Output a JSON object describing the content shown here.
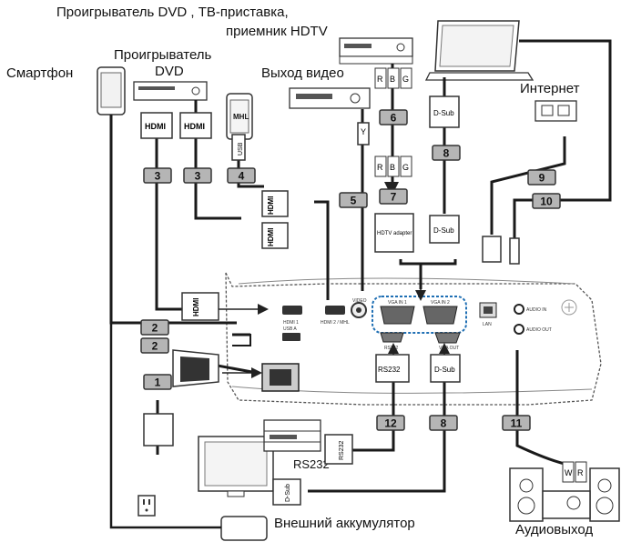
{
  "labels": {
    "smartphone": "Смартфон",
    "dvd_player_line1": "Проигрыватель",
    "dvd_player_line2": "DVD",
    "dvd_tv_hdtv_line1": "Проигрыватель DVD , ТВ-приставка,",
    "dvd_tv_hdtv_line2": "приемник HDTV",
    "video_out": "Выход видео",
    "internet": "Интернет",
    "external_battery": "Внешний аккумулятор",
    "audio_out": "Аудиовыход",
    "rs232_device": "RS232"
  },
  "cable_numbers": [
    "1",
    "2",
    "2",
    "3",
    "3",
    "4",
    "5",
    "6",
    "7",
    "8",
    "8",
    "9",
    "10",
    "11",
    "12"
  ],
  "connector_labels": {
    "hdmi": "HDMI",
    "usb": "USB",
    "mhl": "MHL",
    "dsub": "D-Sub",
    "rs232": "RS232",
    "y": "Y",
    "r": "R",
    "b": "B",
    "g": "G",
    "w": "W",
    "hdtv_adapter": "HDTV adapter"
  },
  "projector_ports": {
    "hdmi1": "HDMI 1",
    "hdmi2": "HDMI 2 / MHL",
    "video": "VIDEO",
    "usb_a": "USB A",
    "vga_in1": "VGA IN 1",
    "vga_in2": "VGA IN 2",
    "lan": "LAN",
    "audio_in": "AUDIO IN",
    "audio_out": "AUDIO OUT",
    "rs232": "RS232",
    "vga_out": "VGA OUT"
  },
  "colors": {
    "cable": "#1a1a1a",
    "badge_fill": "#b5b5b5",
    "badge_border": "#333333",
    "vga_highlight": "#1f6fb4"
  }
}
